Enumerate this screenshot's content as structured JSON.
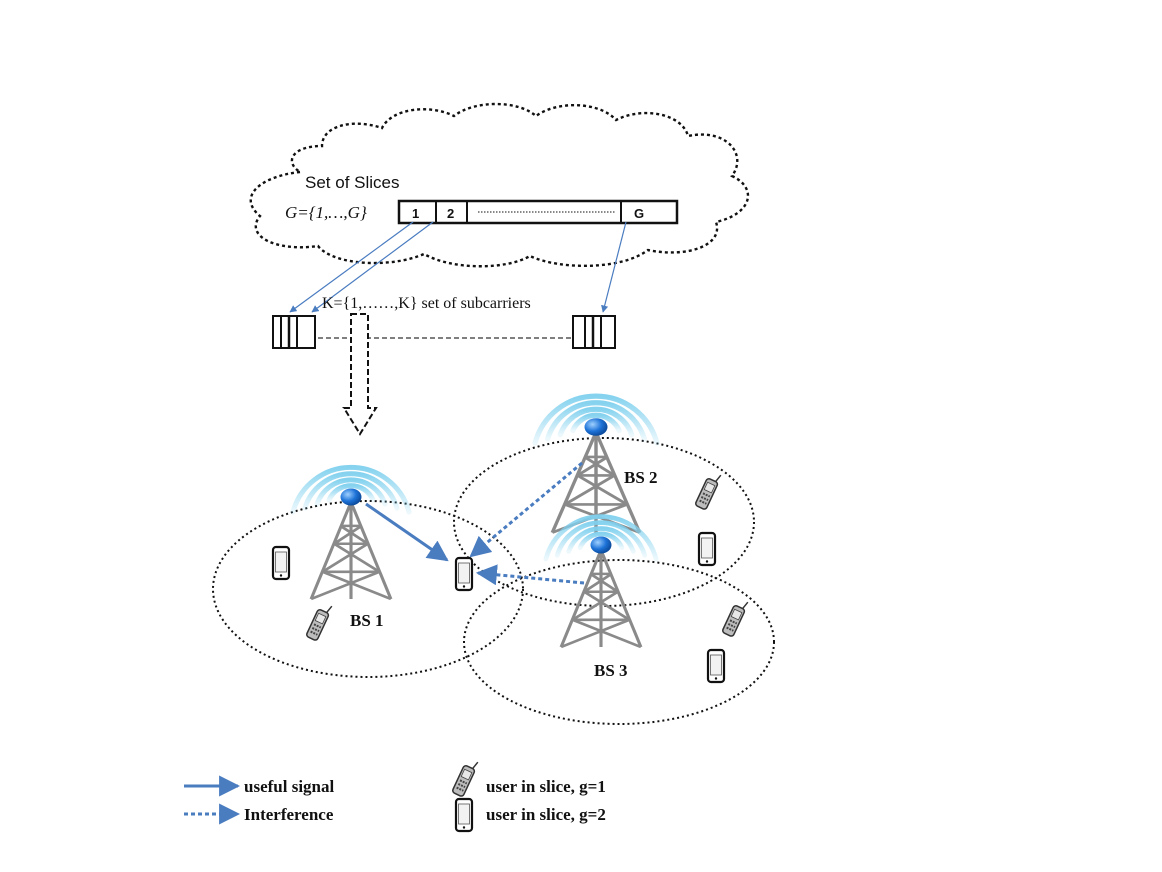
{
  "slices_cloud": {
    "title": "Set of Slices",
    "set_label": "G={1,…,G}",
    "cells": [
      "1",
      "2",
      "G"
    ]
  },
  "subcarriers": {
    "label": "K={1,……,K} set of subcarriers"
  },
  "base_stations": [
    {
      "label": "BS 1"
    },
    {
      "label": "BS 2"
    },
    {
      "label": "BS 3"
    }
  ],
  "legend": {
    "useful_signal": "useful signal",
    "interference": "Interference",
    "user_slice_1": "user in slice, g=1",
    "user_slice_2": "user in slice, g=2"
  },
  "colors": {
    "signal": "#4a7cc0",
    "wave": "#7fd0ee",
    "tower": "#8a8a8a",
    "antenna": "#1e73d8"
  }
}
